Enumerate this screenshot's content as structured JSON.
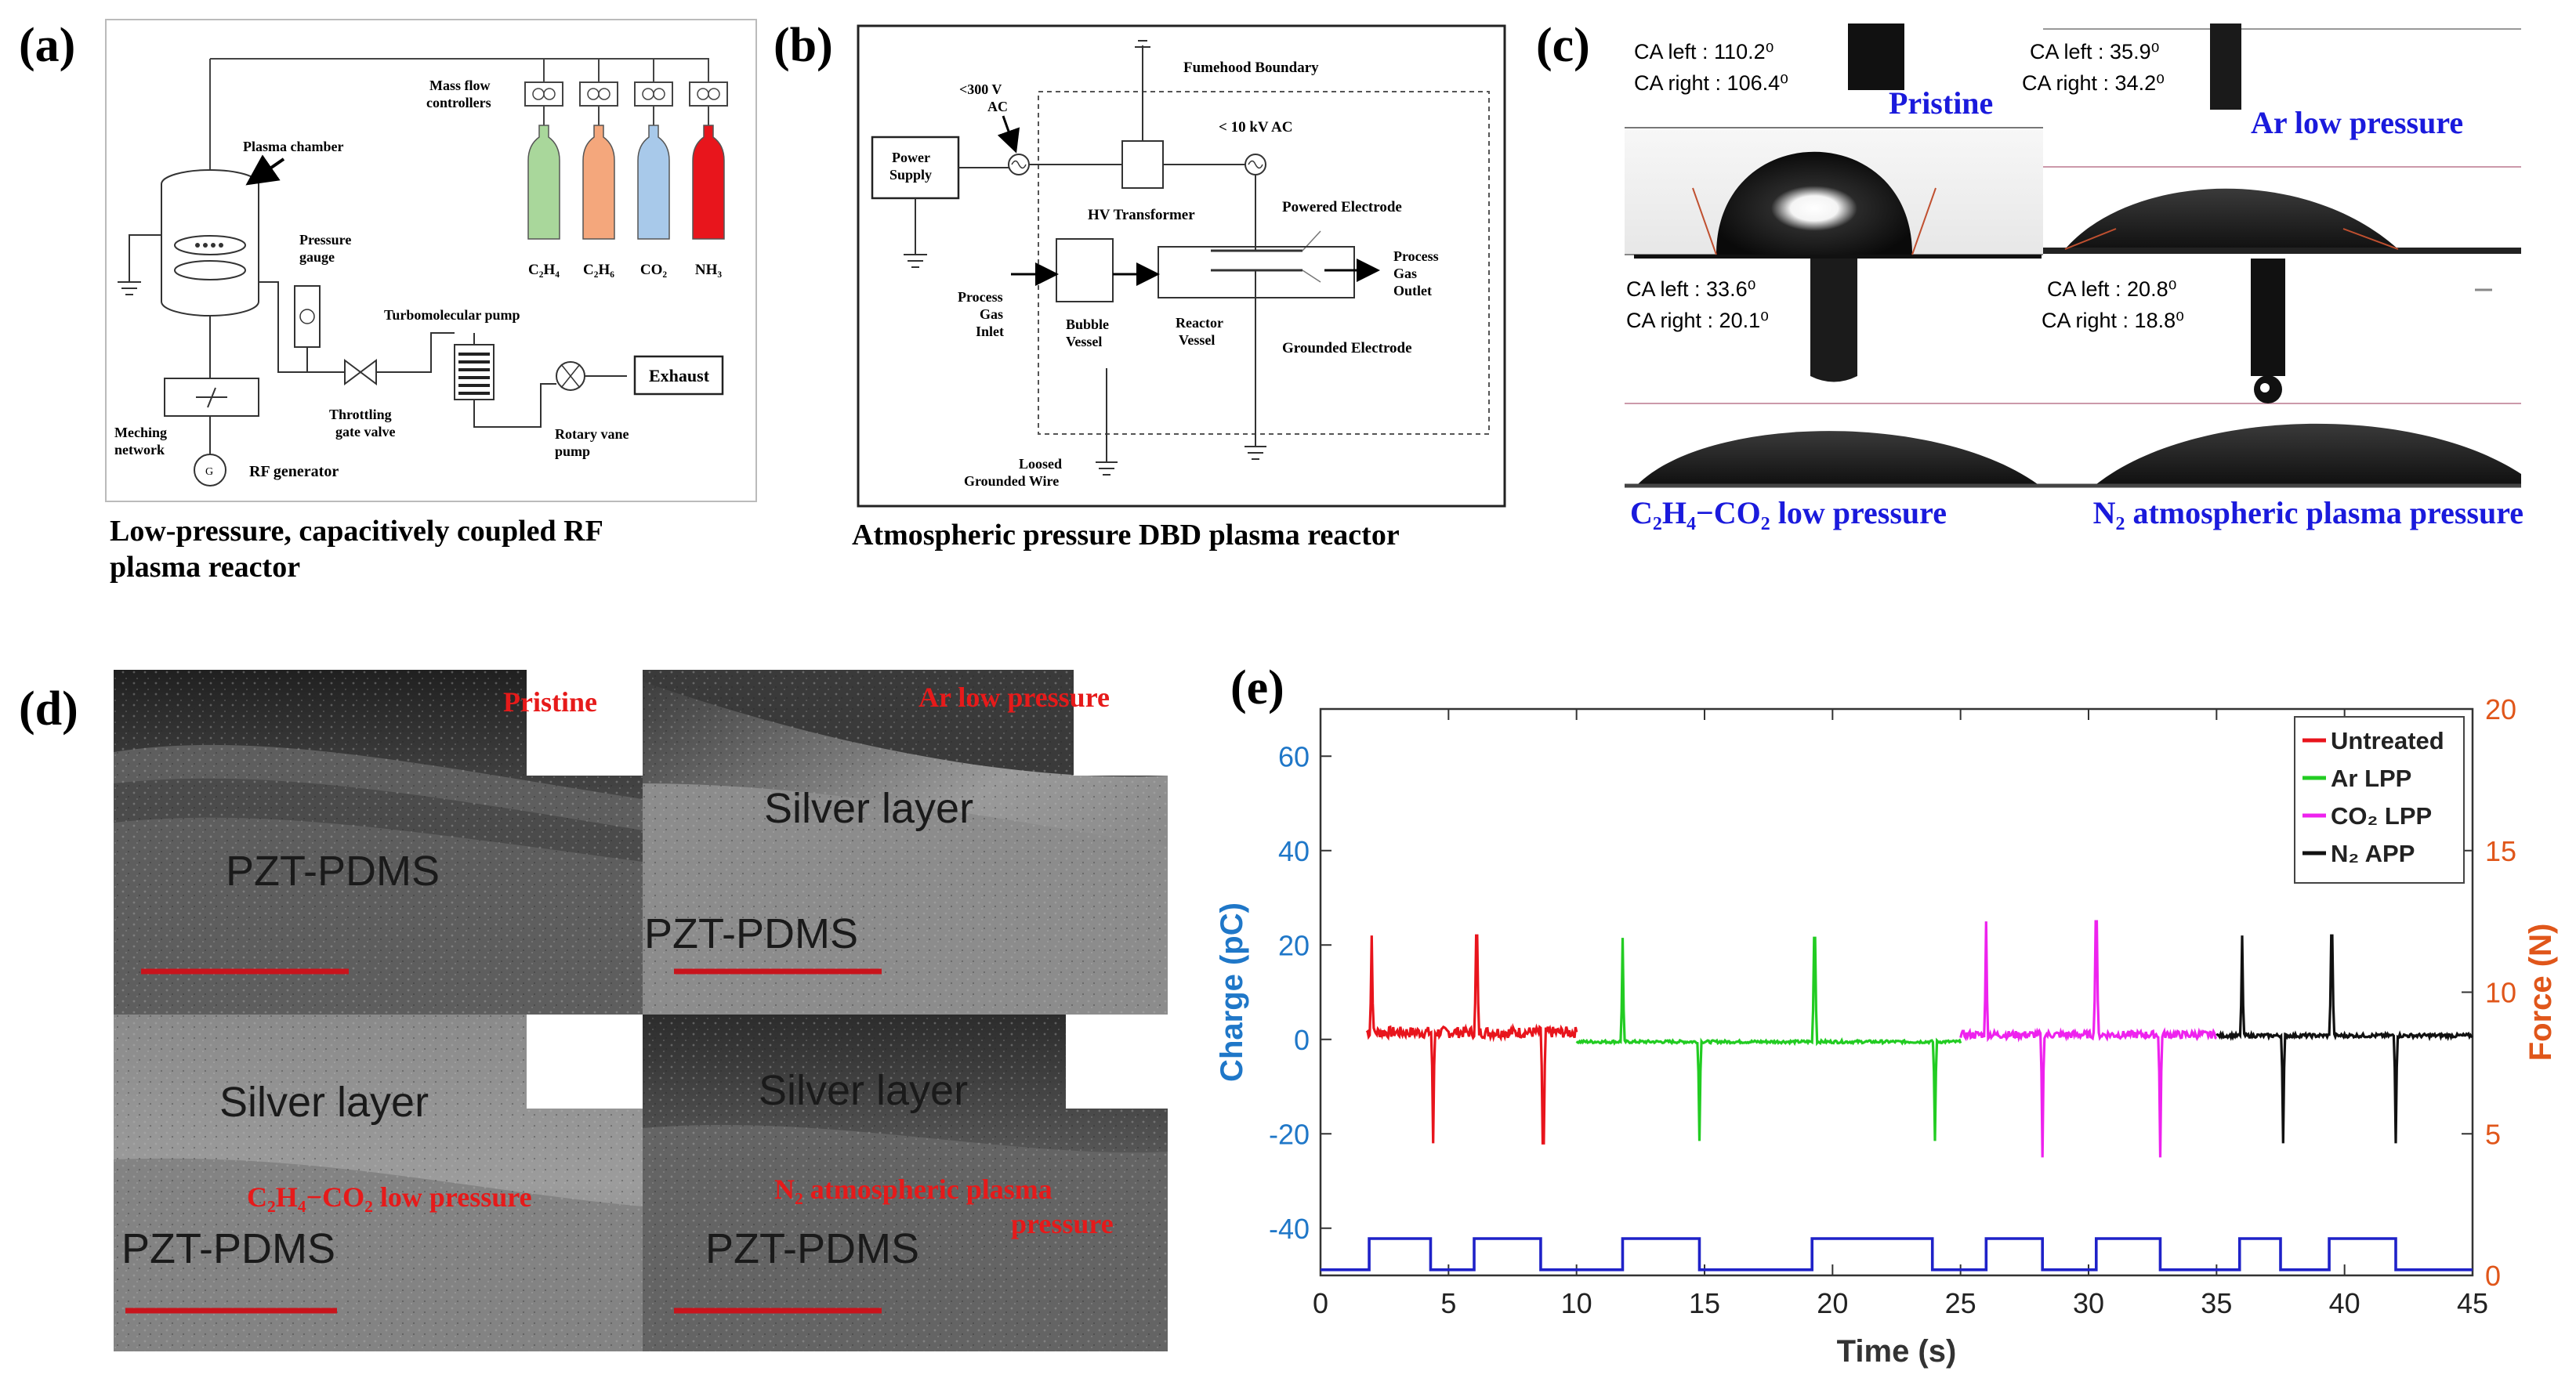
{
  "panels": {
    "a": {
      "letter": "(a)",
      "caption": "Low-pressure, capacitively coupled RF plasma reactor",
      "labels": {
        "mass_flow": "Mass flow controllers",
        "plasma_chamber": "Plasma chamber",
        "pressure_gauge": "Pressure gauge",
        "turbo_pump": "Turbomolecular pump",
        "exhaust": "Exhaust",
        "matching": "Meching network",
        "throttling": "Throttling gate valve",
        "rotary": "Rotary vane pump",
        "rf_generator": "RF generator",
        "gases": [
          "C₂H₄",
          "C₂H₆",
          "CO₂",
          "NH₃"
        ]
      },
      "gas_colors": [
        "#a9d79b",
        "#f4a77c",
        "#a8c9ea",
        "#e8151c"
      ]
    },
    "b": {
      "letter": "(b)",
      "caption": "Atmospheric pressure DBD plasma reactor",
      "labels": {
        "fumehood": "Fumehood Boundary",
        "v300": "< 300 V AC",
        "v10k": "< 10 kV AC",
        "power_supply": "Power Supply",
        "hv_transformer": "HV Transformer",
        "powered_electrode": "Powered Electrode",
        "process_gas_inlet": "Process Gas Inlet",
        "bubble_vessel": "Bubble Vessel",
        "reactor_vessel": "Reactor Vessel",
        "process_gas_outlet": "Process Gas Outlet",
        "grounded_electrode": "Grounded Electrode",
        "loosed_ground": "Loosed Grounded Wire"
      }
    },
    "c": {
      "letter": "(c)",
      "samples": [
        {
          "title": "Pristine",
          "ca_left": "CA left : 110.2⁰",
          "ca_right": "CA right : 106.4⁰"
        },
        {
          "title": "Ar low pressure",
          "ca_left": "CA left : 35.9⁰",
          "ca_right": "CA right : 34.2⁰"
        },
        {
          "title": "C₂H₄−CO₂ low pressure",
          "ca_left": "CA left : 33.6⁰",
          "ca_right": "CA right : 20.1⁰"
        },
        {
          "title": "N₂ atmospheric plasma pressure",
          "ca_left": "CA left : 20.8⁰",
          "ca_right": "CA right : 18.8⁰"
        }
      ]
    },
    "d": {
      "letter": "(d)",
      "tiles": [
        {
          "title": "Pristine",
          "labels": [
            "PZT-PDMS"
          ]
        },
        {
          "title": "Ar low pressure",
          "labels": [
            "Silver layer",
            "PZT-PDMS"
          ]
        },
        {
          "title": "C₂H₄−CO₂ low pressure",
          "labels": [
            "Silver layer",
            "PZT-PDMS"
          ]
        },
        {
          "title": "N₂ atmospheric plasma pressure",
          "labels": [
            "Silver layer",
            "PZT-PDMS"
          ]
        }
      ]
    },
    "e": {
      "letter": "(e)"
    }
  },
  "chart_data": {
    "type": "line",
    "xlabel": "Time (s)",
    "ylabel": "Charge (pC)",
    "y2label": "Force (N)",
    "xlim": [
      0,
      45
    ],
    "ylim": [
      -50,
      70
    ],
    "y2lim": [
      0,
      20
    ],
    "xticks": [
      0,
      5,
      10,
      15,
      20,
      25,
      30,
      35,
      40,
      45
    ],
    "yticks": [
      -40,
      -20,
      0,
      20,
      40,
      60
    ],
    "y2ticks": [
      0,
      5,
      10,
      15,
      20
    ],
    "legend_position": "top-right",
    "series": [
      {
        "name": "Untreated",
        "color": "#e8141c",
        "x_range": [
          1.8,
          10.0
        ],
        "baseline": 1.5,
        "noise": 1.2,
        "pos_peaks": [
          2.0,
          6.1
        ],
        "neg_peaks": [
          4.4,
          8.7
        ],
        "pos_value": 22,
        "neg_value": -22
      },
      {
        "name": "Ar LPP",
        "color": "#22cc22",
        "x_range": [
          10.0,
          25.0
        ],
        "baseline": -0.5,
        "noise": 0.3,
        "pos_peaks": [
          11.8,
          19.3
        ],
        "neg_peaks": [
          14.8,
          24.0
        ],
        "pos_value": 21.5,
        "neg_value": -21.5
      },
      {
        "name": "CO₂ LPP",
        "color": "#ee22ee",
        "x_range": [
          25.0,
          35.0
        ],
        "baseline": 1.0,
        "noise": 0.8,
        "pos_peaks": [
          26.0,
          30.3
        ],
        "neg_peaks": [
          28.2,
          32.8
        ],
        "pos_value": 25,
        "neg_value": -25
      },
      {
        "name": "N₂ APP",
        "color": "#111111",
        "x_range": [
          35.0,
          45.0
        ],
        "baseline": 0.8,
        "noise": 0.4,
        "pos_peaks": [
          36.0,
          39.5
        ],
        "neg_peaks": [
          37.6,
          42.0
        ],
        "pos_value": 22,
        "neg_value": -22
      }
    ],
    "force": {
      "name": "Force",
      "color": "#1f22c8",
      "low": 0.2,
      "high": 1.3,
      "pulses": [
        [
          1.9,
          4.3
        ],
        [
          6.0,
          8.6
        ],
        [
          11.8,
          14.8
        ],
        [
          19.2,
          23.9
        ],
        [
          26.0,
          28.2
        ],
        [
          30.3,
          32.8
        ],
        [
          35.9,
          37.5
        ],
        [
          39.4,
          42.0
        ]
      ]
    }
  }
}
